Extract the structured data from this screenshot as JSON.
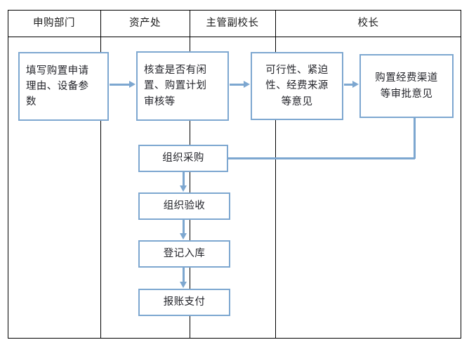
{
  "diagram": {
    "type": "swimlane-flowchart",
    "lanes": [
      {
        "id": "lane-applicant",
        "label": "申购部门"
      },
      {
        "id": "lane-asset-office",
        "label": "资产处"
      },
      {
        "id": "lane-vice-president",
        "label": "主管副校长"
      },
      {
        "id": "lane-president",
        "label": "校长"
      }
    ],
    "nodes": [
      {
        "id": "node-fill-application",
        "lane": "lane-applicant",
        "align": "left",
        "lines": [
          "填写购置申请",
          "理由、设备参",
          "数"
        ],
        "text": "填写购置申请理由、设备参数"
      },
      {
        "id": "node-check-idle",
        "lane": "lane-asset-office",
        "align": "left",
        "lines": [
          "核查是否有闲",
          "置、购置计划",
          "审核等"
        ],
        "text": "核查是否有闲置、购置计划审核等"
      },
      {
        "id": "node-feasibility-opinion",
        "lane": "lane-vice-president",
        "align": "center",
        "lines": [
          "可行性、紧迫",
          "性、经费来源",
          "等意见"
        ],
        "text": "可行性、紧迫性、经费来源等意见"
      },
      {
        "id": "node-funding-approval",
        "lane": "lane-president",
        "align": "center",
        "lines": [
          "购置经费渠道",
          "等审批意见"
        ],
        "text": "购置经费渠道等审批意见"
      },
      {
        "id": "node-organize-purchase",
        "lane": "lane-asset-office",
        "align": "center",
        "lines": [
          "组织采购"
        ],
        "text": "组织采购"
      },
      {
        "id": "node-organize-acceptance",
        "lane": "lane-asset-office",
        "align": "center",
        "lines": [
          "组织验收"
        ],
        "text": "组织验收"
      },
      {
        "id": "node-register-storage",
        "lane": "lane-asset-office",
        "align": "center",
        "lines": [
          "登记入库"
        ],
        "text": "登记入库"
      },
      {
        "id": "node-reimburse-payment",
        "lane": "lane-asset-office",
        "align": "center",
        "lines": [
          "报账支付"
        ],
        "text": "报账支付"
      }
    ],
    "connectors": [
      {
        "id": "conn-apply-to-check",
        "from": "node-fill-application",
        "to": "node-check-idle",
        "direction": "right"
      },
      {
        "id": "conn-check-to-opinion",
        "from": "node-check-idle",
        "to": "node-feasibility-opinion",
        "direction": "right"
      },
      {
        "id": "conn-opinion-to-approval",
        "from": "node-feasibility-opinion",
        "to": "node-funding-approval",
        "direction": "right"
      },
      {
        "id": "conn-approval-to-purchase",
        "from": "node-funding-approval",
        "to": "node-organize-purchase",
        "direction": "down-left"
      },
      {
        "id": "conn-purchase-to-acceptance",
        "from": "node-organize-purchase",
        "to": "node-organize-acceptance",
        "direction": "down"
      },
      {
        "id": "conn-acceptance-to-register",
        "from": "node-organize-acceptance",
        "to": "node-register-storage",
        "direction": "down"
      },
      {
        "id": "conn-register-to-payment",
        "from": "node-register-storage",
        "to": "node-reimburse-payment",
        "direction": "down"
      }
    ],
    "colors": {
      "node_border": "#7da7d0",
      "connector": "#7da7d0",
      "lane_border": "#000000",
      "text": "#24252b",
      "background": "#ffffff"
    }
  }
}
